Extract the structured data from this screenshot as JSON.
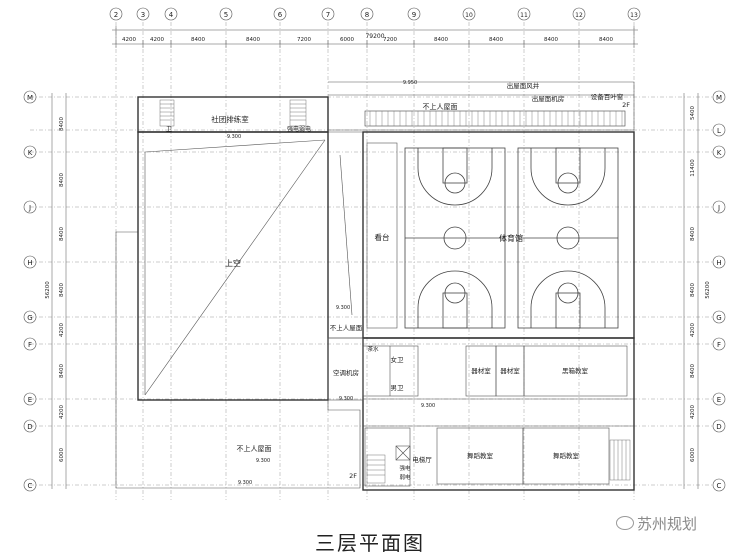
{
  "caption": "三层平面图",
  "watermark": "苏州规划",
  "column_axes": [
    "2",
    "3",
    "4",
    "5",
    "6",
    "7",
    "8",
    "9",
    "10",
    "11",
    "12",
    "13"
  ],
  "row_axes": [
    "M",
    "L",
    "K",
    "J",
    "H",
    "G",
    "F",
    "E",
    "D",
    "C"
  ],
  "top_dims": [
    "4200",
    "4200",
    "8400",
    "8400",
    "7200",
    "6000",
    "7200",
    "8400",
    "8400",
    "8400",
    "8400"
  ],
  "top_total": "79200",
  "left_dims": [
    "8400",
    "8400",
    "8400",
    "8400",
    "4200",
    "8400",
    "4200",
    "6000"
  ],
  "left_total": "56200",
  "right_dims": [
    "5400",
    "11400",
    "8400",
    "8400",
    "4200",
    "8400",
    "4200",
    "6000"
  ],
  "right_total": "56200",
  "rooms": {
    "club_rehearsal": "社团排练室",
    "toilet_small": "卫",
    "weak_current": "强电弱电",
    "void": "上空",
    "stand": "看台",
    "gym": "体育馆",
    "roof_unused_top": "不上人屋面",
    "roof_unused_mid": "不上人屋面",
    "roof_unused_bottom": "不上人屋面",
    "roof_shaft": "出屋面风井",
    "roof_machine": "出屋面机房",
    "louver": "设备百叶窗",
    "floor_2f_top": "2F",
    "floor_2f_bottom": "2F",
    "hvac": "空调机房",
    "female_wc": "女卫",
    "male_wc": "男卫",
    "tea": "茶水",
    "equip1": "器材室",
    "equip2": "器材室",
    "blackbox": "黑箱教室",
    "dance1": "舞蹈教室",
    "dance2": "舞蹈教室",
    "elevator_hall": "电梯厅",
    "strong_elec": "强电",
    "weak_elec": "弱电"
  },
  "levels": {
    "l1": "9.300",
    "l2": "9.300",
    "l3": "9.950",
    "l4": "9.300",
    "l5": "9.300",
    "l6": "9.300",
    "l7": "9.300"
  }
}
